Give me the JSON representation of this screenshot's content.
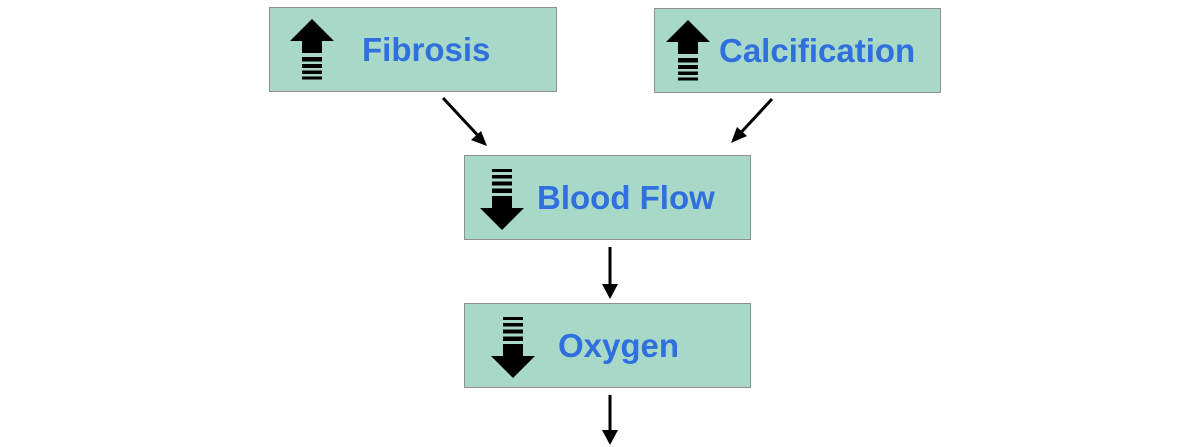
{
  "colors": {
    "box_fill": "#a8d9c8",
    "box_border": "#8f8f8f",
    "label_text": "#2f6fde",
    "arrow": "#000000"
  },
  "nodes": {
    "fibrosis": {
      "label": "Fibrosis",
      "trend": "increase",
      "icon": "up-arrow-icon"
    },
    "calcification": {
      "label": "Calcification",
      "trend": "increase",
      "icon": "up-arrow-icon"
    },
    "blood_flow": {
      "label": "Blood Flow",
      "trend": "decrease",
      "icon": "down-arrow-icon"
    },
    "oxygen": {
      "label": "Oxygen",
      "trend": "decrease",
      "icon": "down-arrow-icon"
    }
  },
  "edges": [
    {
      "from": "fibrosis",
      "to": "blood_flow"
    },
    {
      "from": "calcification",
      "to": "blood_flow"
    },
    {
      "from": "blood_flow",
      "to": "oxygen"
    },
    {
      "from": "oxygen",
      "to": "downstream"
    }
  ]
}
